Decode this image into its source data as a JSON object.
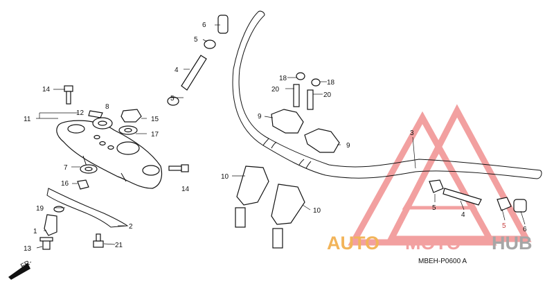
{
  "callouts": {
    "c1": "1",
    "c2": "2",
    "c3": "3",
    "c4a": "4",
    "c4b": "4",
    "c5a": "5",
    "c5b": "5",
    "c5c": "5",
    "c5d": "5",
    "c6a": "6",
    "c6b": "6",
    "c7": "7",
    "c8": "8",
    "c9a": "9",
    "c9b": "9",
    "c10a": "10",
    "c10b": "10",
    "c11": "11",
    "c12": "12",
    "c13": "13",
    "c14a": "14",
    "c14b": "14",
    "c15": "15",
    "c16": "16",
    "c17": "17",
    "c18a": "18",
    "c18b": "18",
    "c19": "19",
    "c20a": "20",
    "c20b": "20",
    "c21": "21"
  },
  "front_arrow": "FR-",
  "diagram_code": "MBEH-P0600 A",
  "watermark": {
    "part1": "AUTO",
    "part2": "MOTO",
    "part3": "HUB",
    "colors": {
      "part1": "#f2b45a",
      "part2": "#f2a0a0",
      "part3": "#a6a6a6",
      "triangle": "#f2a0a0"
    }
  }
}
